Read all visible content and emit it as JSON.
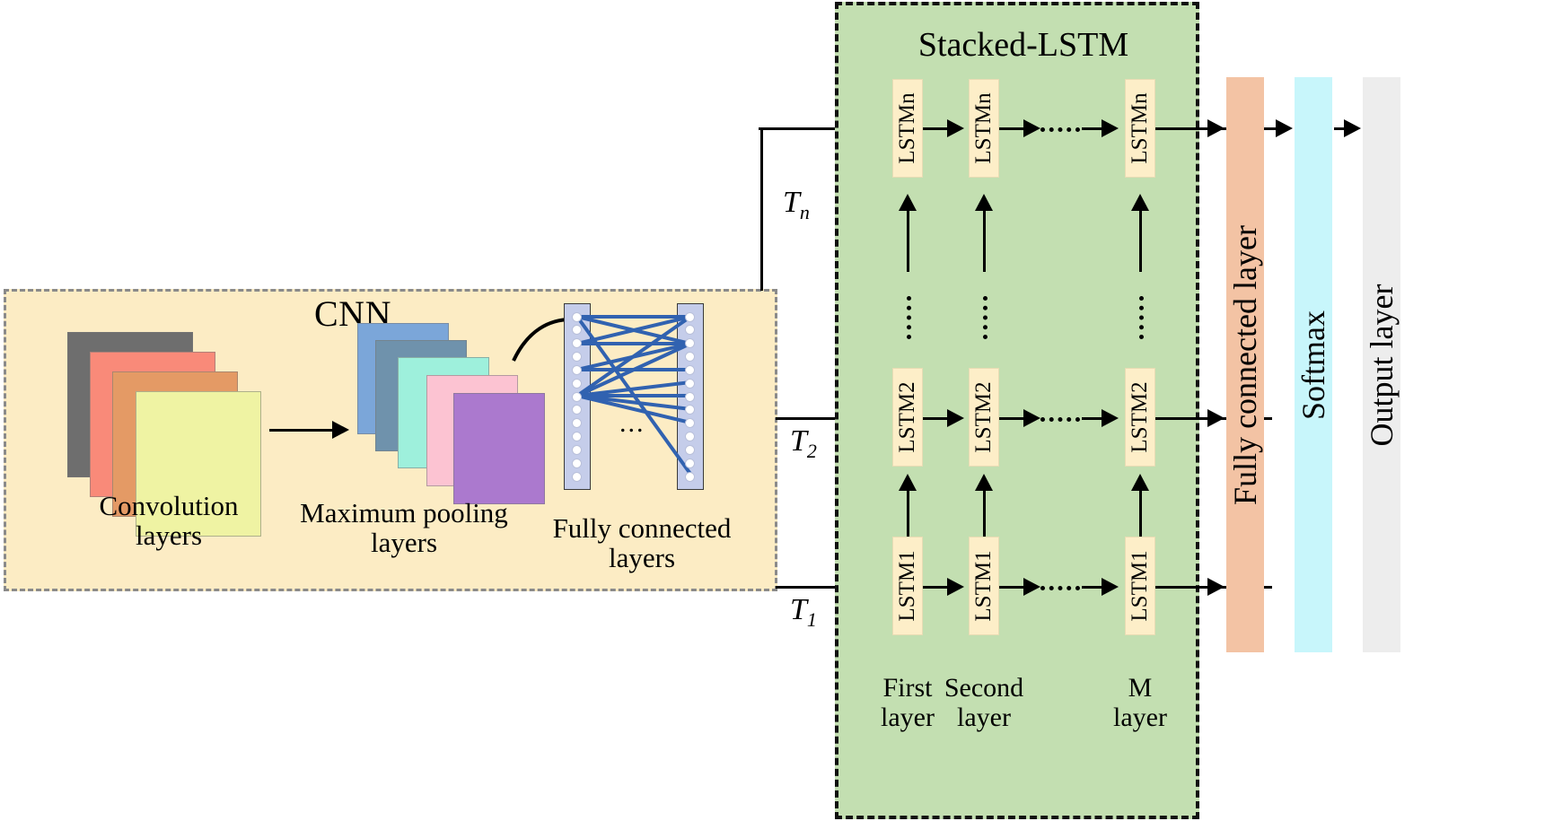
{
  "figure": {
    "type": "diagram",
    "description": "CNN plus Stacked-LSTM hybrid network architecture"
  },
  "cnn": {
    "title": "CNN",
    "convolution": {
      "label_line1": "Convolution",
      "label_line2": "layers",
      "card_colors": [
        "#6e6e6e",
        "#f98a79",
        "#e49a65",
        "#eff3a3"
      ]
    },
    "pooling": {
      "label_line1": "Maximum pooling",
      "label_line2": "layers",
      "card_colors": [
        "#7ba6d9",
        "#6f92ac",
        "#9ef0dc",
        "#fcc3d2",
        "#ab79ce"
      ]
    },
    "fully_connected": {
      "label_line1": "Fully connected",
      "label_line2": "layers",
      "ellipsis": "...",
      "column_color": "#c5cdea",
      "node_color": "#ffffff",
      "link_color": "#3162b0",
      "left_nodes": 13,
      "right_nodes": 13
    }
  },
  "time_steps": [
    {
      "name": "T1",
      "base": "T",
      "sub": "1"
    },
    {
      "name": "T2",
      "base": "T",
      "sub": "2"
    },
    {
      "name": "Tn",
      "base": "T",
      "sub": "n"
    }
  ],
  "stacked_lstm": {
    "title": "Stacked-LSTM",
    "background": "#c3dfb1",
    "cell_color": "#fdeec8",
    "columns": [
      {
        "label_line1": "First",
        "label_line2": "layer"
      },
      {
        "label_line1": "Second",
        "label_line2": "layer"
      },
      {
        "label_line1": "M",
        "label_line2": "layer"
      }
    ],
    "rows": [
      {
        "cell_label": "LSTM1"
      },
      {
        "cell_label": "LSTM2"
      },
      {
        "cell_label": "LSTMn"
      }
    ]
  },
  "output_stack": [
    {
      "label": "Fully connected layer",
      "color": "#f3c3a4"
    },
    {
      "label": "Softmax",
      "color": "#c8f6fb"
    },
    {
      "label": "Output layer",
      "color": "#ededed"
    }
  ]
}
